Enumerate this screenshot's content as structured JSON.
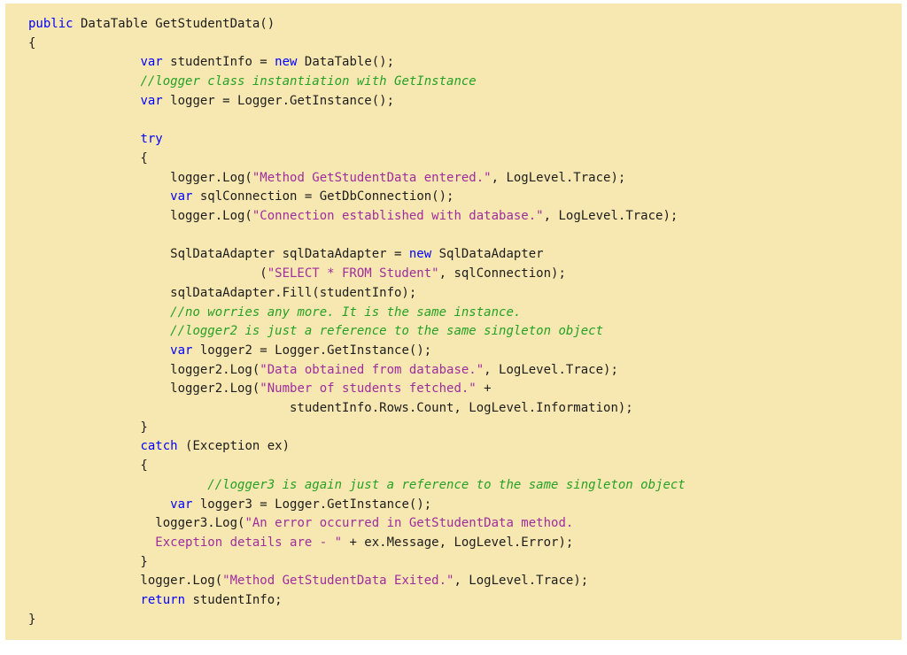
{
  "page": {
    "background": "#ffffff"
  },
  "code_block": {
    "language": "csharp",
    "background": "#F7E8B1",
    "colors": {
      "keyword": "#0000FF",
      "comment": "#25A125",
      "string": "#A02C9E",
      "plain": "#1C1C1C"
    },
    "lines": [
      {
        "segments": [
          {
            "text": "public",
            "type": "keyword"
          },
          {
            "text": " DataTable GetStudentData()",
            "type": "plain"
          }
        ]
      },
      {
        "segments": [
          {
            "text": "{",
            "type": "plain"
          }
        ]
      },
      {
        "segments": [
          {
            "text": "               ",
            "type": "plain"
          },
          {
            "text": "var",
            "type": "keyword"
          },
          {
            "text": " studentInfo = ",
            "type": "plain"
          },
          {
            "text": "new",
            "type": "keyword"
          },
          {
            "text": " DataTable();",
            "type": "plain"
          }
        ]
      },
      {
        "segments": [
          {
            "text": "               ",
            "type": "plain"
          },
          {
            "text": "//logger class instantiation with GetInstance",
            "type": "comment"
          }
        ]
      },
      {
        "segments": [
          {
            "text": "               ",
            "type": "plain"
          },
          {
            "text": "var",
            "type": "keyword"
          },
          {
            "text": " logger = Logger.GetInstance();",
            "type": "plain"
          }
        ]
      },
      {
        "segments": []
      },
      {
        "segments": [
          {
            "text": "               ",
            "type": "plain"
          },
          {
            "text": "try",
            "type": "keyword"
          }
        ]
      },
      {
        "segments": [
          {
            "text": "               {",
            "type": "plain"
          }
        ]
      },
      {
        "segments": [
          {
            "text": "                   logger.Log(",
            "type": "plain"
          },
          {
            "text": "\"Method GetStudentData entered.\"",
            "type": "string"
          },
          {
            "text": ", LogLevel.Trace);",
            "type": "plain"
          }
        ]
      },
      {
        "segments": [
          {
            "text": "                   ",
            "type": "plain"
          },
          {
            "text": "var",
            "type": "keyword"
          },
          {
            "text": " sqlConnection = GetDbConnection();",
            "type": "plain"
          }
        ]
      },
      {
        "segments": [
          {
            "text": "                   logger.Log(",
            "type": "plain"
          },
          {
            "text": "\"Connection established with database.\"",
            "type": "string"
          },
          {
            "text": ", LogLevel.Trace);",
            "type": "plain"
          }
        ]
      },
      {
        "segments": []
      },
      {
        "segments": [
          {
            "text": "                   SqlDataAdapter sqlDataAdapter = ",
            "type": "plain"
          },
          {
            "text": "new",
            "type": "keyword"
          },
          {
            "text": " SqlDataAdapter",
            "type": "plain"
          }
        ]
      },
      {
        "segments": [
          {
            "text": "                               (",
            "type": "plain"
          },
          {
            "text": "\"SELECT * FROM Student\"",
            "type": "string"
          },
          {
            "text": ", sqlConnection);",
            "type": "plain"
          }
        ]
      },
      {
        "segments": [
          {
            "text": "                   sqlDataAdapter.Fill(studentInfo);",
            "type": "plain"
          }
        ]
      },
      {
        "segments": [
          {
            "text": "                   ",
            "type": "plain"
          },
          {
            "text": "//no worries any more. It is the same instance.",
            "type": "comment"
          }
        ]
      },
      {
        "segments": [
          {
            "text": "                   ",
            "type": "plain"
          },
          {
            "text": "//logger2 is just a reference to the same singleton object",
            "type": "comment"
          }
        ]
      },
      {
        "segments": [
          {
            "text": "                   ",
            "type": "plain"
          },
          {
            "text": "var",
            "type": "keyword"
          },
          {
            "text": " logger2 = Logger.GetInstance();",
            "type": "plain"
          }
        ]
      },
      {
        "segments": [
          {
            "text": "                   logger2.Log(",
            "type": "plain"
          },
          {
            "text": "\"Data obtained from database.\"",
            "type": "string"
          },
          {
            "text": ", LogLevel.Trace);",
            "type": "plain"
          }
        ]
      },
      {
        "segments": [
          {
            "text": "                   logger2.Log(",
            "type": "plain"
          },
          {
            "text": "\"Number of students fetched.\"",
            "type": "string"
          },
          {
            "text": " +",
            "type": "plain"
          }
        ]
      },
      {
        "segments": [
          {
            "text": "                                   studentInfo.Rows.Count, LogLevel.Information);",
            "type": "plain"
          }
        ]
      },
      {
        "segments": [
          {
            "text": "               }",
            "type": "plain"
          }
        ]
      },
      {
        "segments": [
          {
            "text": "               ",
            "type": "plain"
          },
          {
            "text": "catch",
            "type": "keyword"
          },
          {
            "text": " (Exception ex)",
            "type": "plain"
          }
        ]
      },
      {
        "segments": [
          {
            "text": "               {",
            "type": "plain"
          }
        ]
      },
      {
        "segments": [
          {
            "text": "                        ",
            "type": "plain"
          },
          {
            "text": "//logger3 is again just a reference to the same singleton object",
            "type": "comment"
          }
        ]
      },
      {
        "segments": [
          {
            "text": "                   ",
            "type": "plain"
          },
          {
            "text": "var",
            "type": "keyword"
          },
          {
            "text": " logger3 = Logger.GetInstance();",
            "type": "plain"
          }
        ]
      },
      {
        "segments": [
          {
            "text": "                 logger3.Log(",
            "type": "plain"
          },
          {
            "text": "\"An error occurred in GetStudentData method.",
            "type": "string"
          }
        ]
      },
      {
        "segments": [
          {
            "text": "                 ",
            "type": "plain"
          },
          {
            "text": "Exception details are - \"",
            "type": "string"
          },
          {
            "text": " + ex.Message, LogLevel.Error);",
            "type": "plain"
          }
        ]
      },
      {
        "segments": [
          {
            "text": "               }",
            "type": "plain"
          }
        ]
      },
      {
        "segments": [
          {
            "text": "               logger.Log(",
            "type": "plain"
          },
          {
            "text": "\"Method GetStudentData Exited.\"",
            "type": "string"
          },
          {
            "text": ", LogLevel.Trace);",
            "type": "plain"
          }
        ]
      },
      {
        "segments": [
          {
            "text": "               ",
            "type": "plain"
          },
          {
            "text": "return",
            "type": "keyword"
          },
          {
            "text": " studentInfo;",
            "type": "plain"
          }
        ]
      },
      {
        "segments": [
          {
            "text": "}",
            "type": "plain"
          }
        ]
      }
    ]
  }
}
